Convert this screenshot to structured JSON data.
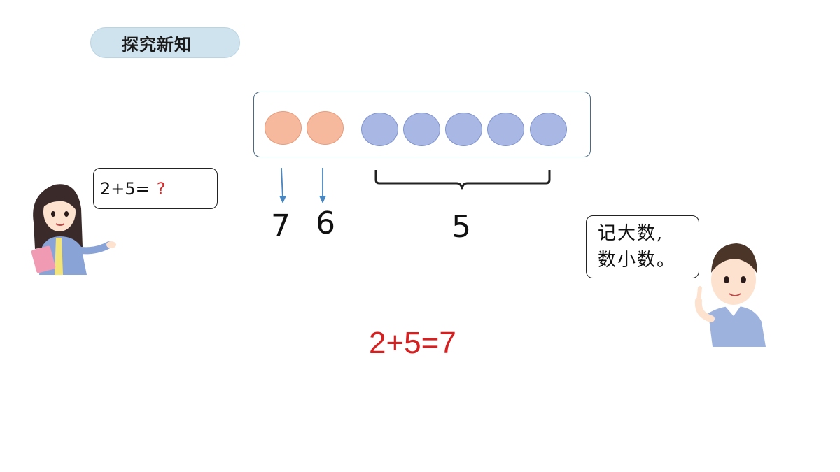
{
  "section": {
    "title": "探究新知"
  },
  "counters": {
    "orange_count": 2,
    "blue_count": 5
  },
  "labels": {
    "first": "7",
    "second": "6",
    "group": "5"
  },
  "girl_bubble": {
    "expr": "2+5=",
    "question": "?"
  },
  "boy_bubble": {
    "line1": "记大数,",
    "line2": "数小数。"
  },
  "result": {
    "equation": "2+5=7"
  },
  "colors": {
    "orange": "#f7b99d",
    "blue": "#a8b7e3",
    "accent_red": "#d42020",
    "arrow": "#4a86c0",
    "pill": "#cfe3ee"
  },
  "characters": {
    "left": "girl-teacher-icon",
    "right": "boy-pointing-icon"
  }
}
